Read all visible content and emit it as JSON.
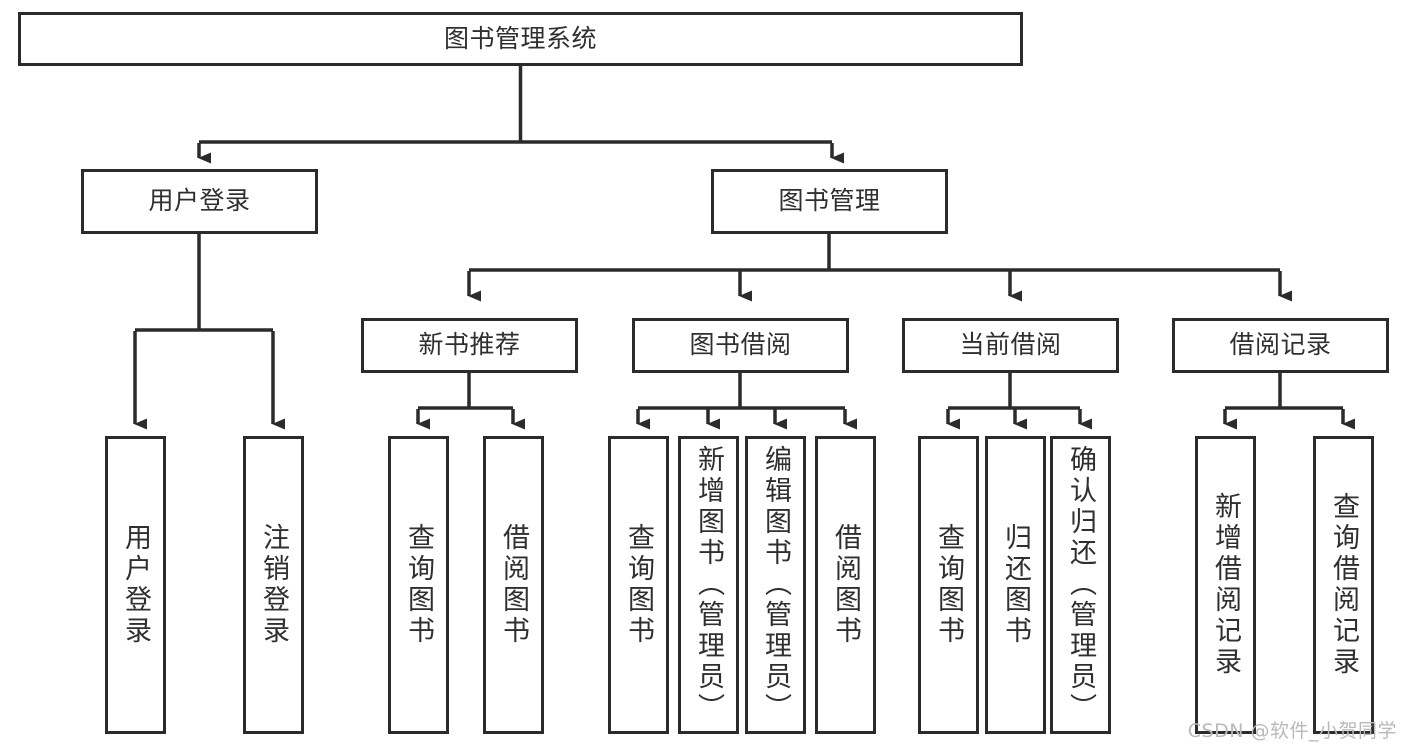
{
  "diagram": {
    "title": "图书管理系统",
    "background_color": "#ffffff",
    "stroke_color": "#2b2b2b",
    "text_color": "#2f2f2f",
    "watermark": "CSDN @软件_小贺同学",
    "nodes": {
      "root": {
        "label": "图书管理系统"
      },
      "level2": [
        {
          "id": "user-login",
          "label": "用户登录"
        },
        {
          "id": "book-manage",
          "label": "图书管理"
        }
      ],
      "level3": [
        {
          "id": "new-book-recommend",
          "label": "新书推荐"
        },
        {
          "id": "book-borrow",
          "label": "图书借阅"
        },
        {
          "id": "current-borrow",
          "label": "当前借阅"
        },
        {
          "id": "borrow-record",
          "label": "借阅记录"
        }
      ],
      "leaves": {
        "user_login": [
          {
            "id": "leaf-user-login",
            "label": "用户登录"
          },
          {
            "id": "leaf-logout-login",
            "label": "注销登录"
          }
        ],
        "new_book_recommend": [
          {
            "id": "leaf-query-book-1",
            "label": "查询图书"
          },
          {
            "id": "leaf-borrow-book-1",
            "label": "借阅图书"
          }
        ],
        "book_borrow": [
          {
            "id": "leaf-query-book-2",
            "label": "查询图书"
          },
          {
            "id": "leaf-add-book",
            "label": "新增图书（管理员）"
          },
          {
            "id": "leaf-edit-book",
            "label": "编辑图书（管理员）"
          },
          {
            "id": "leaf-borrow-book-2",
            "label": "借阅图书"
          }
        ],
        "current_borrow": [
          {
            "id": "leaf-query-book-3",
            "label": "查询图书"
          },
          {
            "id": "leaf-return-book",
            "label": "归还图书"
          },
          {
            "id": "leaf-confirm-return",
            "label": "确认归还（管理员）"
          }
        ],
        "borrow_record": [
          {
            "id": "leaf-add-record",
            "label": "新增借阅记录"
          },
          {
            "id": "leaf-query-record",
            "label": "查询借阅记录"
          }
        ]
      }
    }
  }
}
